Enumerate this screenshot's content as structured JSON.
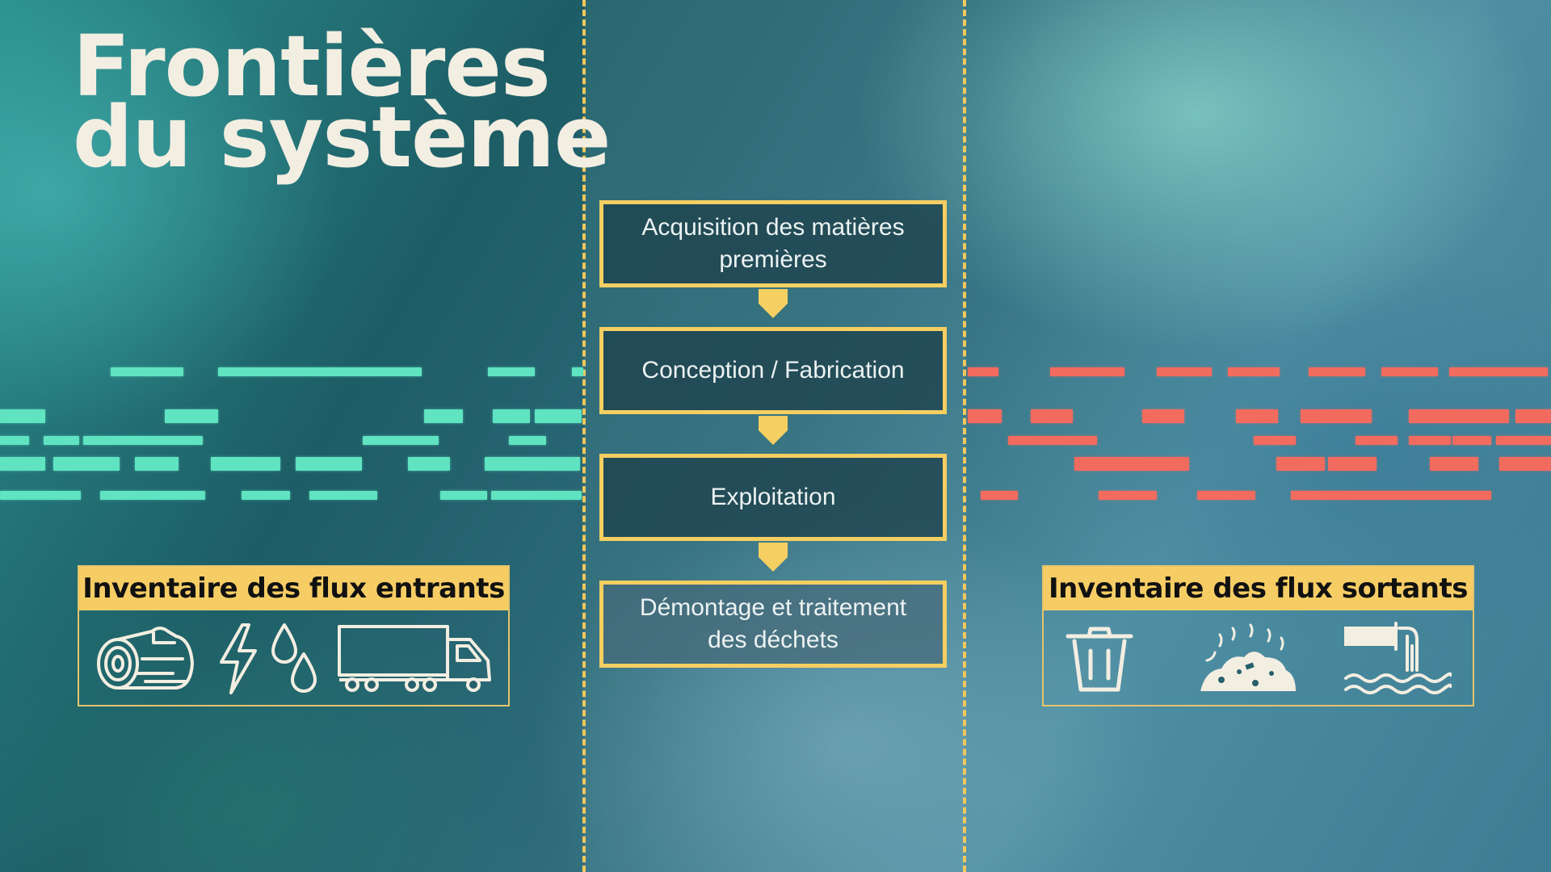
{
  "title": {
    "line1": "Frontières",
    "line2": "du système"
  },
  "colors": {
    "accent": "#f5cf61",
    "inputs": "#5fe3c0",
    "outputs": "#f26b5f",
    "title_text": "#f3eee2"
  },
  "stages": [
    {
      "label": "Acquisition des matières premières"
    },
    {
      "label": "Conception / Fabrication"
    },
    {
      "label": "Exploitation"
    },
    {
      "label": "Démontage et traitement des déchets"
    }
  ],
  "inventory_in": {
    "label": "Inventaire des flux entrants",
    "icons": [
      "log-icon",
      "lightning-icon",
      "water-drops-icon",
      "truck-icon"
    ]
  },
  "inventory_out": {
    "label": "Inventaire des flux sortants",
    "icons": [
      "trash-bin-icon",
      "waste-pile-icon",
      "discharge-pipe-icon"
    ]
  }
}
